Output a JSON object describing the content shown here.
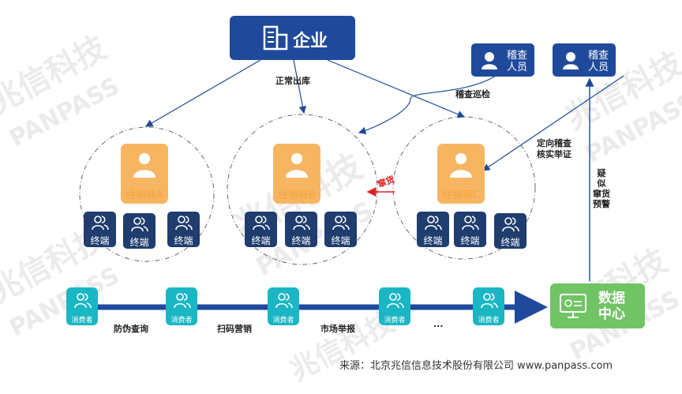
{
  "watermark": {
    "brand_cn": "兆信科技",
    "brand_en": "PANPASS"
  },
  "enterprise": {
    "label": "企业"
  },
  "inspectors": [
    {
      "label_line1": "稽查",
      "label_line2": "人员"
    },
    {
      "label_line1": "稽查",
      "label_line2": "人员"
    }
  ],
  "dealers": [
    {
      "label": "经销商A"
    },
    {
      "label": "经销商B"
    },
    {
      "label": "经销商C"
    }
  ],
  "terminal_label": "终端",
  "consumer_label": "消费者",
  "data_center": {
    "line1": "数据",
    "line2": "中心"
  },
  "flow_labels": {
    "normal_out": "正常出库",
    "patrol": "稽查巡检",
    "targeted_1": "定向稽查",
    "targeted_2": "核实举证",
    "diversion": "窜货",
    "suspected": [
      "疑",
      "似",
      "窜",
      "货",
      "预",
      "警"
    ]
  },
  "consumer_actions": [
    "防伪查询",
    "扫码营销",
    "市场举报",
    "..."
  ],
  "source": "来源：北京兆信信息技术股份有限公司   www.panpass.com",
  "colors": {
    "navy": "#1f4a9c",
    "terminal": "#1f3d6e",
    "dealer": "#f8b561",
    "consumer": "#1ab6c4",
    "datacenter": "#71c464",
    "red_arrow": "#e02020"
  }
}
